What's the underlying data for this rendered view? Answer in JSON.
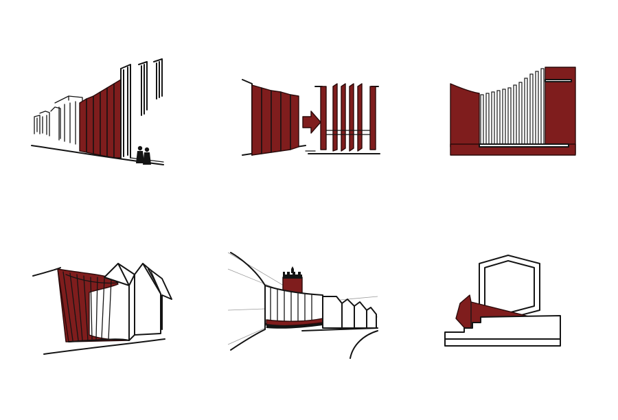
{
  "colors": {
    "accent": "#7f1d1d",
    "ink": "#141414",
    "background": "#ffffff"
  },
  "panels": [
    {
      "name": "street-facade-sketch"
    },
    {
      "name": "fin-transformation-sketch"
    },
    {
      "name": "fin-screen-elevation-sketch"
    },
    {
      "name": "folded-roof-sketch"
    },
    {
      "name": "street-perspective-sketch"
    },
    {
      "name": "hexagon-arrow-sketch"
    }
  ]
}
